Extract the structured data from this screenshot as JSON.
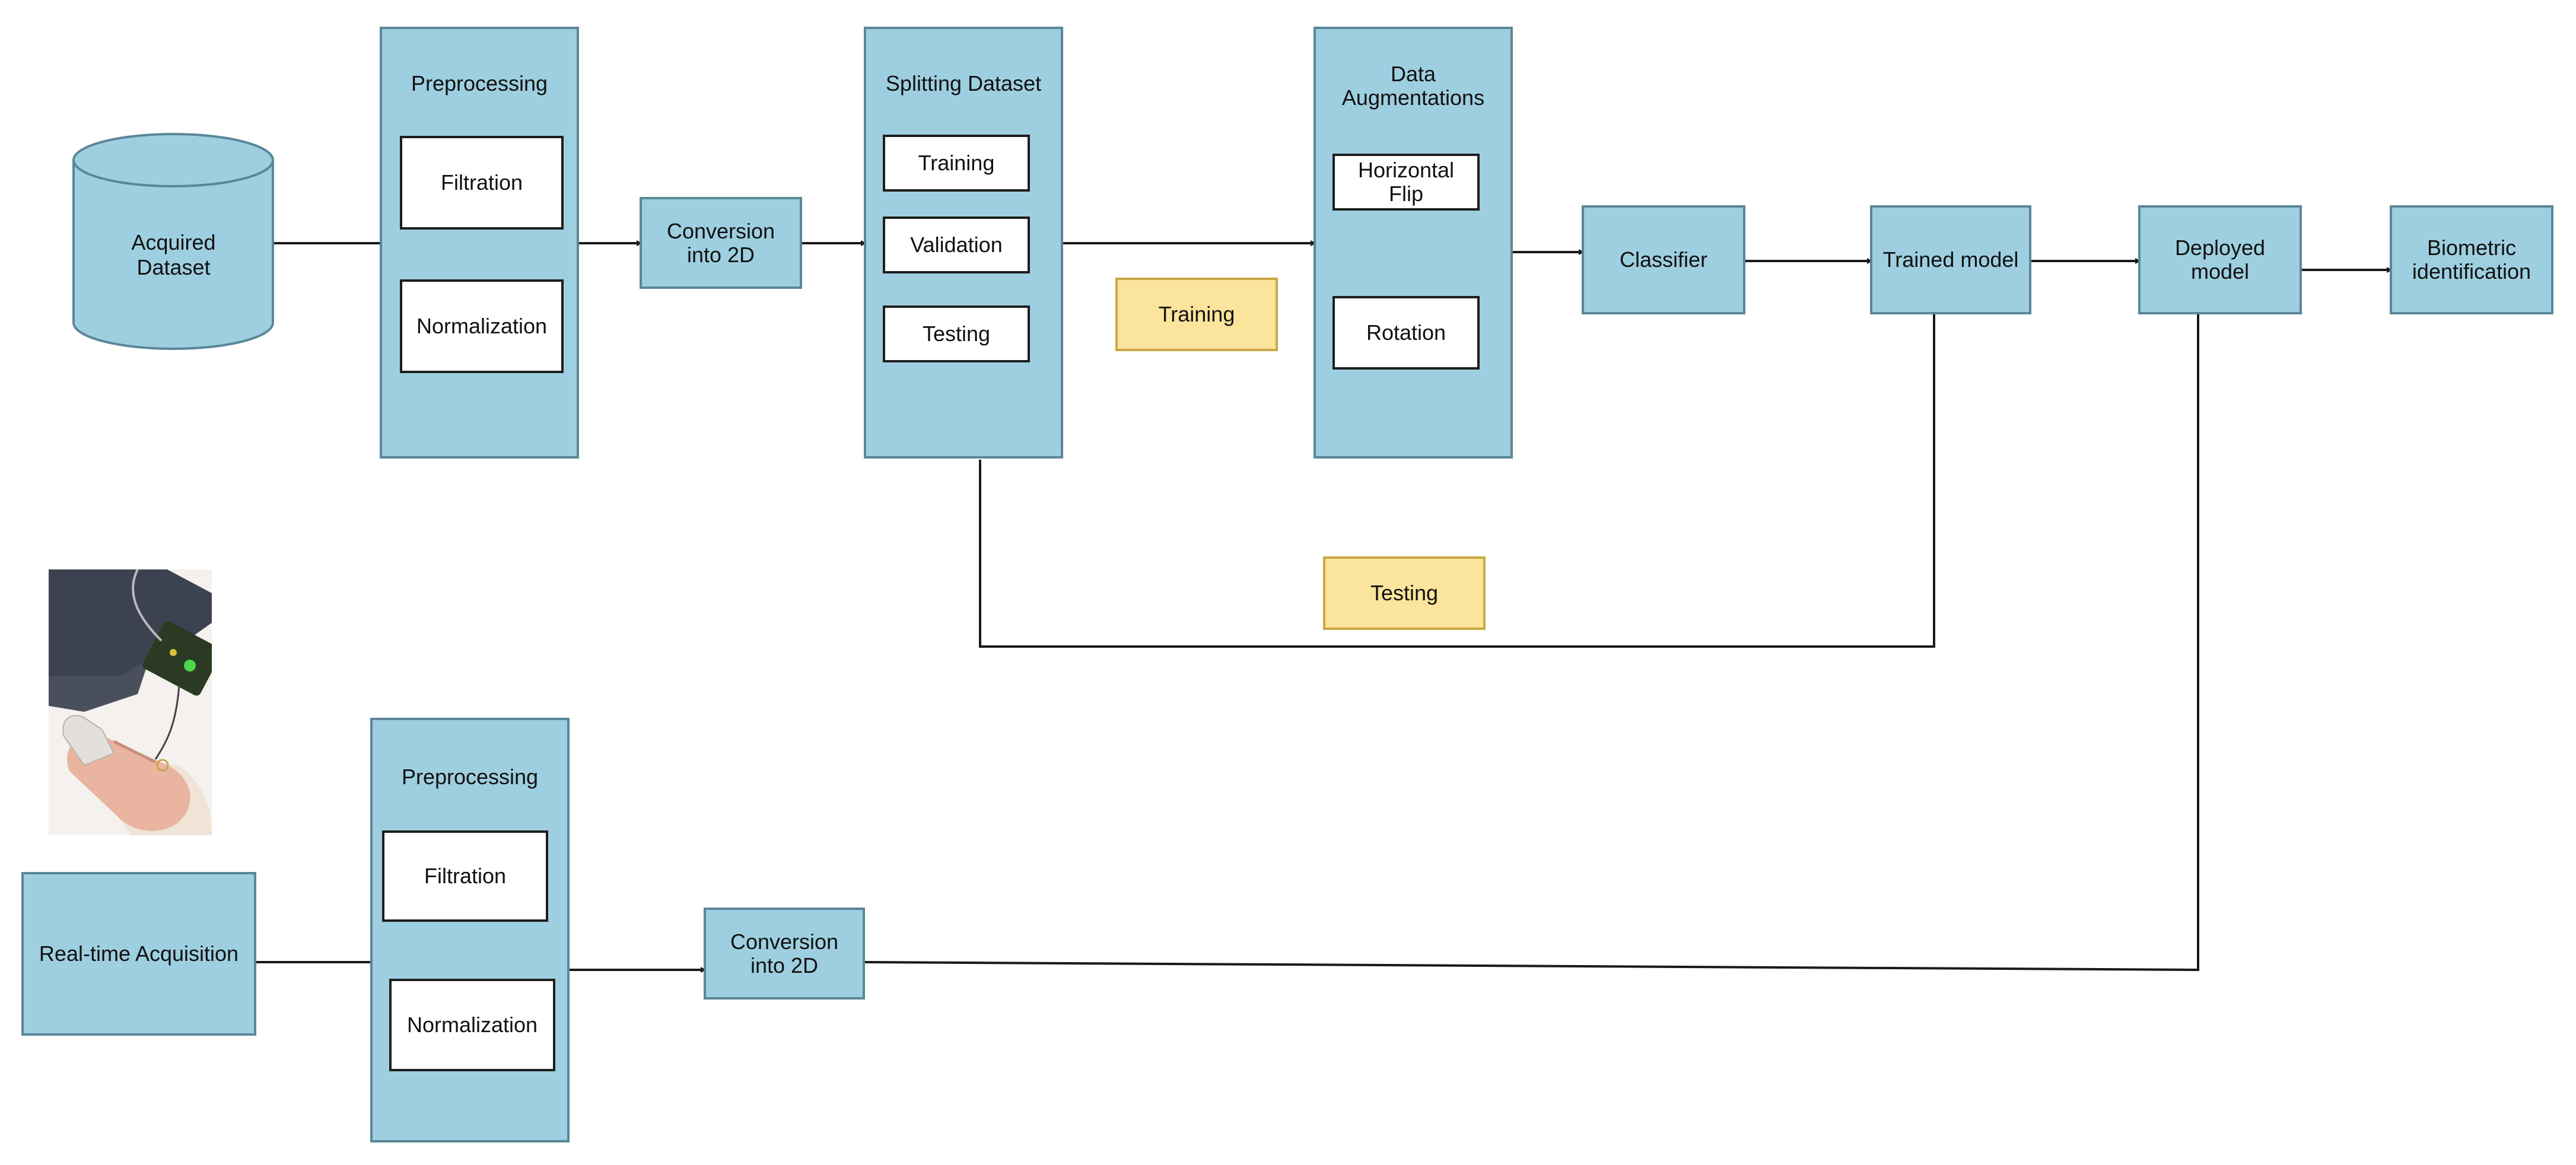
{
  "acquired": "Acquired\nDataset",
  "pre_top": {
    "title": "Preprocessing",
    "filtration": "Filtration",
    "normalization": "Normalization"
  },
  "conv_top": "Conversion\ninto 2D",
  "split": {
    "title": "Splitting Dataset",
    "training": "Training",
    "validation": "Validation",
    "testing": "Testing"
  },
  "aug": {
    "title": "Data\nAugmentations",
    "hflip": "Horizontal\nFlip",
    "rotation": "Rotation"
  },
  "classifier": "Classifier",
  "trained": "Trained model",
  "deployed": "Deployed\nmodel",
  "biometric": "Biometric\nidentification",
  "labels": {
    "training": "Training",
    "testing": "Testing"
  },
  "realtime": "Real-time Acquisition",
  "pre_bot": {
    "title": "Preprocessing",
    "filtration": "Filtration",
    "normalization": "Normalization"
  },
  "conv_bot": "Conversion\ninto 2D",
  "colors": {
    "block": "#9ecfe0",
    "block_border": "#5a8798",
    "label": "#fbe49b",
    "label_border": "#cba845",
    "line": "#1a1a1a"
  }
}
